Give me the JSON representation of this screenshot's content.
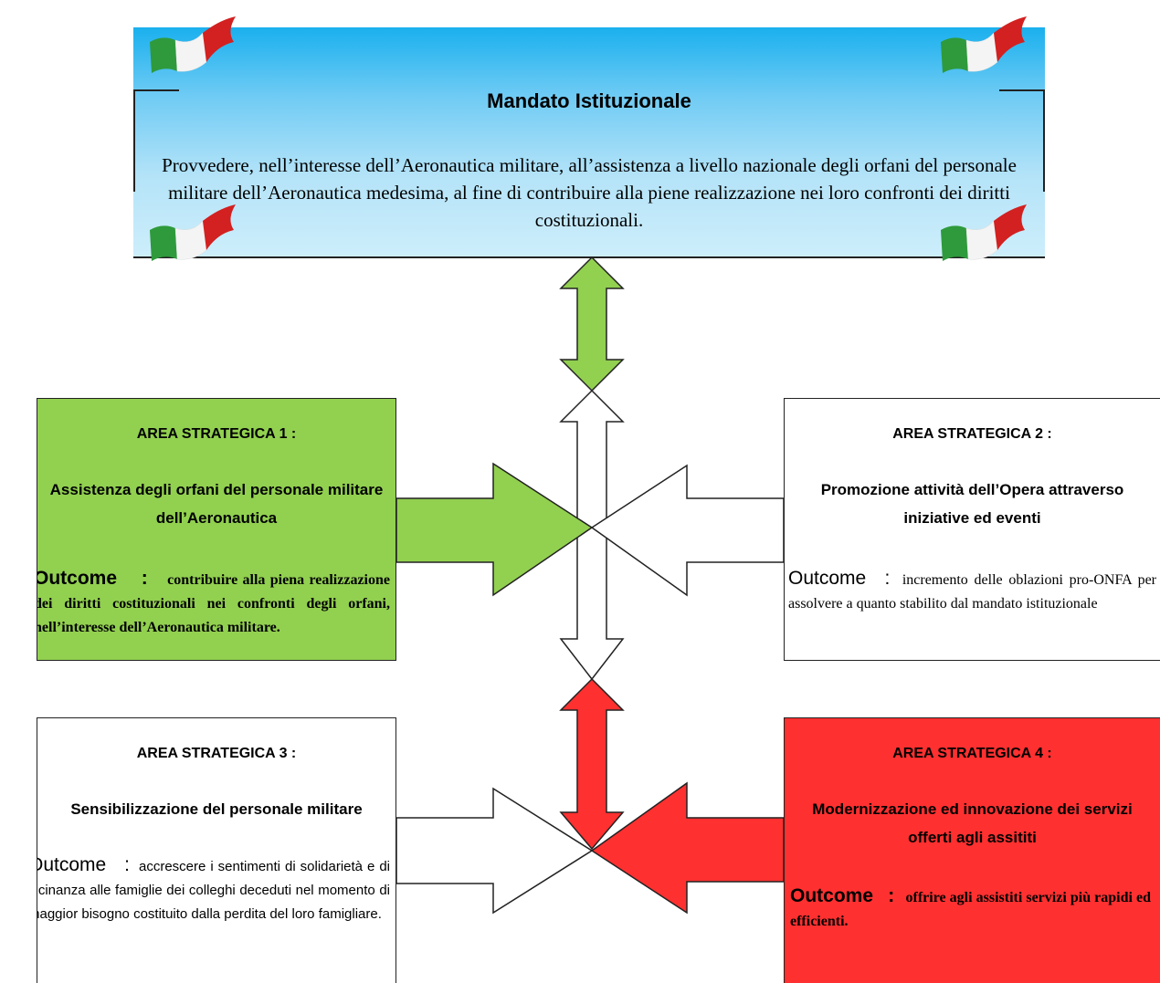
{
  "mandate": {
    "title": "Mandato Istituzionale",
    "text": "Provvedere, nell’interesse dell’Aeronautica militare, all’assistenza a livello nazionale degli orfani del personale militare dell’Aeronautica medesima, al fine di contribuire alla piene realizzazione nei loro confronti dei diritti costituzionali."
  },
  "flags": [
    "italian-flag-icon",
    "italian-flag-icon",
    "italian-flag-icon",
    "italian-flag-icon"
  ],
  "colors": {
    "mandate_blue": "#1ab0ee",
    "area1_green": "#92d050",
    "area4_red": "#ff3030",
    "flag_green": "#2e9a3c",
    "flag_red": "#d32020"
  },
  "areas": [
    {
      "title": "AREA STRATEGICA 1 :",
      "subtitle": "Assistenza degli orfani del personale militare dell’Aeronautica",
      "outcome_label": "Outcome",
      "outcome_sep": ":",
      "outcome_text": "contribuire alla piena realizzazione dei diritti costituzionali nei confronti degli orfani, nell’interesse dell’Aeronautica militare."
    },
    {
      "title": "AREA STRATEGICA 2 :",
      "subtitle": "Promozione attività dell’Opera attraverso iniziative ed eventi",
      "outcome_label": "Outcome",
      "outcome_sep": ":",
      "outcome_text": "incremento delle oblazioni pro-ONFA per assolvere a quanto stabilito dal mandato istituzionale"
    },
    {
      "title": "AREA STRATEGICA 3 :",
      "subtitle": "Sensibilizzazione del personale militare",
      "outcome_label": "Outcome",
      "outcome_sep": ":",
      "outcome_text": "accrescere i sentimenti di solidarietà e di vicinanza alle famiglie dei colleghi deceduti nel momento di maggior bisogno costituito dalla perdita del loro famigliare."
    },
    {
      "title": "AREA STRATEGICA 4 :",
      "subtitle": "Modernizzazione ed innovazione dei servizi offerti agli assititi",
      "outcome_label": "Outcome",
      "outcome_sep": ":",
      "outcome_text": "offrire agli assistiti servizi più rapidi ed efficienti."
    }
  ]
}
